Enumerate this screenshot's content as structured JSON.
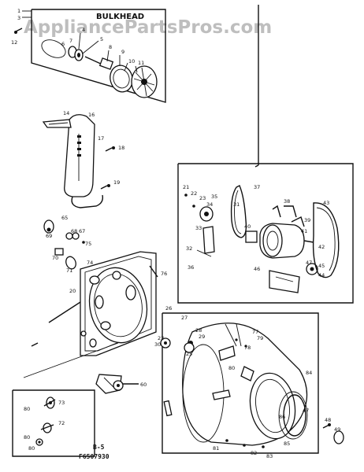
{
  "watermark": "AppliancePartsPros.com",
  "bulkhead_title": "BULKHEAD",
  "page_code": "B-5",
  "part_number": "F6507930",
  "callouts": [
    "1",
    "3",
    "4",
    "5",
    "6",
    "7",
    "8",
    "9",
    "10",
    "11",
    "12",
    "14",
    "16",
    "17",
    "18",
    "19",
    "20",
    "21",
    "22",
    "23",
    "24",
    "25",
    "26",
    "27",
    "28",
    "29",
    "30",
    "31",
    "32",
    "33",
    "34",
    "35",
    "36",
    "37",
    "38",
    "39",
    "40",
    "41",
    "42",
    "43",
    "44",
    "45",
    "46",
    "47",
    "48",
    "49",
    "60",
    "65",
    "67",
    "68",
    "69",
    "70",
    "71",
    "72",
    "73",
    "74",
    "75",
    "76",
    "77",
    "78",
    "79",
    "80",
    "81",
    "82",
    "83",
    "84",
    "85",
    "86"
  ]
}
